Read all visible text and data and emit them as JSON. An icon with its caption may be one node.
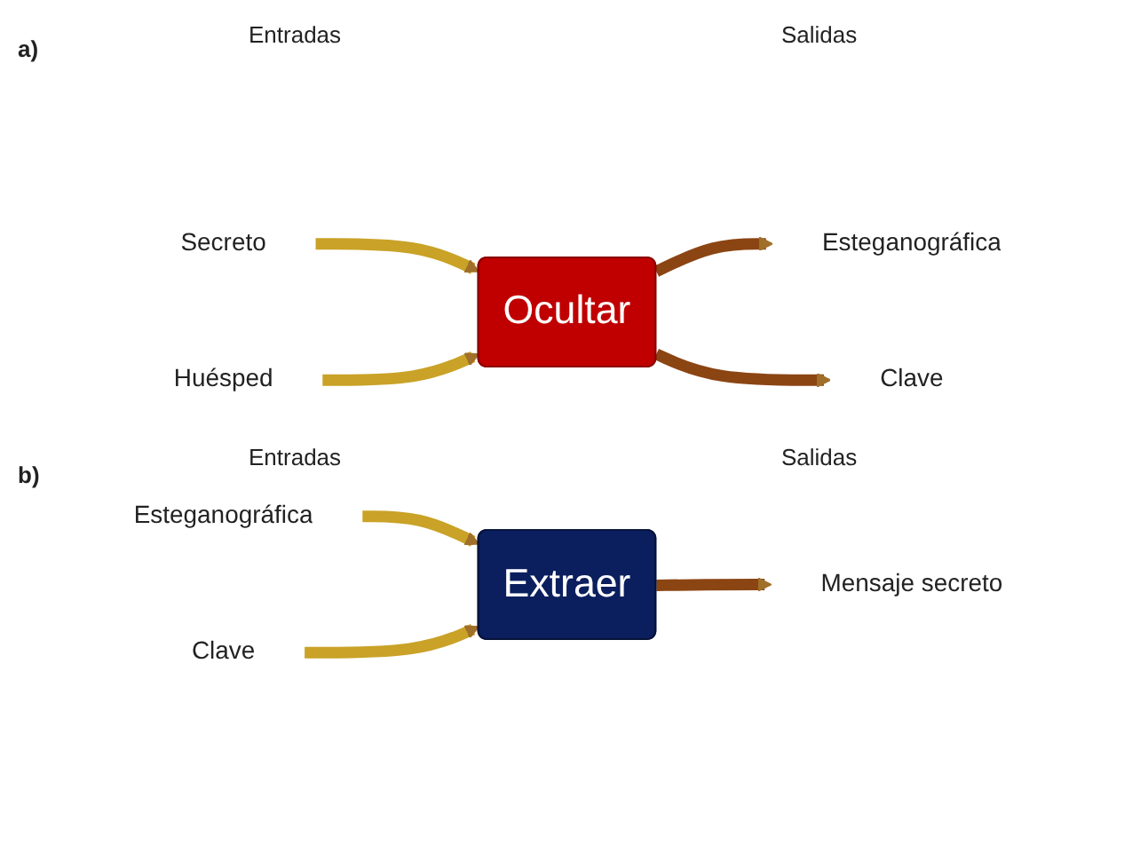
{
  "diagram": {
    "nodes": [
      {
        "text": [
          "Secreto"
        ]
      },
      {
        "text": [
          "Huésped"
        ]
      },
      {
        "text": [
          "Ocultar"
        ]
      },
      {
        "text": [
          "Esteganográfica"
        ]
      },
      {
        "text": [
          "Clave"
        ]
      },
      {
        "text": [
          "Esteganográfica"
        ]
      },
      {
        "text": [
          "Clave"
        ]
      },
      {
        "text": [
          "Extraer"
        ]
      },
      {
        "text": [
          "Mensaje secreto"
        ]
      }
    ],
    "edges": [
      {
        "from": 0,
        "to": 2,
        "arrow": "to"
      },
      {
        "from": 1,
        "to": 2,
        "arrow": "to"
      },
      {
        "from": 2,
        "to": 3,
        "arrow": "to",
        "color": "#8b4513"
      },
      {
        "from": 2,
        "to": 4,
        "arrow": "to",
        "color": "#8b4513"
      },
      {
        "from": 5,
        "to": 7,
        "arrow": "to"
      },
      {
        "from": 6,
        "to": 7,
        "arrow": "to"
      },
      {
        "from": 7,
        "to": 8,
        "arrow": "to",
        "color": "#8b4513"
      }
    ],
    "labels": [
      "a)",
      "Entradas",
      "Salidas",
      "b)",
      "Entradas",
      "Salidas"
    ]
  }
}
